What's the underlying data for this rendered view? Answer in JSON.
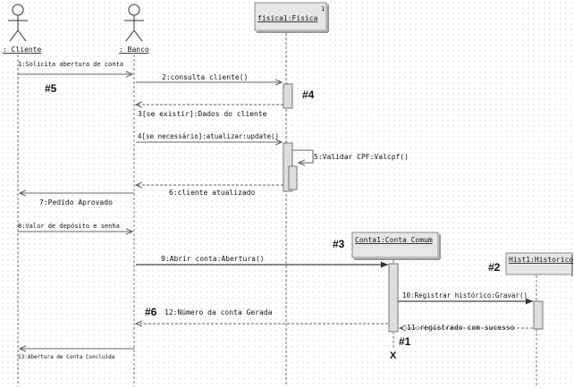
{
  "colors": {
    "line": "#6b6b6b",
    "box_fill": "#e6e6e6",
    "arrow": "#555555"
  },
  "actors": [
    {
      "id": "cliente",
      "label": ": Cliente"
    },
    {
      "id": "banco",
      "label": ": Banco"
    }
  ],
  "objects": [
    {
      "id": "fisica",
      "label": "fisica1:Fisica",
      "corner": "1"
    },
    {
      "id": "conta",
      "label": "Conta1:Conta Comum"
    },
    {
      "id": "hist",
      "label": "Hist1:Historico"
    }
  ],
  "messages": [
    {
      "id": "m1",
      "label": "1:Solicita abertura de conta"
    },
    {
      "id": "m2",
      "label": "2:consulta cliente()"
    },
    {
      "id": "m3",
      "label": "3[se existir]:Dados do cliente"
    },
    {
      "id": "m4",
      "label": "4[se necessário]:atualizar:update()"
    },
    {
      "id": "m5",
      "label": "5:Validar CPF:Valcpf()"
    },
    {
      "id": "m6",
      "label": "6:cliente atualizado"
    },
    {
      "id": "m7",
      "label": "7:Pedido Aprovado"
    },
    {
      "id": "m8",
      "label": "8:Valor de depósito e senha"
    },
    {
      "id": "m9",
      "label": "9:Abrir conta:Abertura()"
    },
    {
      "id": "m10",
      "label": "10:Registrar histórico:Gravar()"
    },
    {
      "id": "m11",
      "label": "11:registrado com sucesso"
    },
    {
      "id": "m12",
      "label": "12:Número da conta Gerada"
    },
    {
      "id": "m13",
      "label": "13:Abertura de Conta Concluída"
    }
  ],
  "markers": [
    {
      "id": "n5",
      "label": "#5"
    },
    {
      "id": "n4",
      "label": "#4"
    },
    {
      "id": "n3",
      "label": "#3"
    },
    {
      "id": "n2",
      "label": "#2"
    },
    {
      "id": "n6",
      "label": "#6"
    },
    {
      "id": "n1",
      "label": "#1"
    }
  ],
  "destroy_marker": "X"
}
